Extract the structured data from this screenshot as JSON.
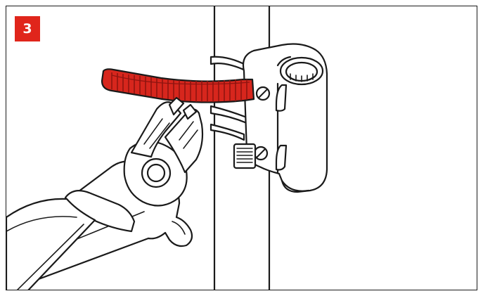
{
  "step": {
    "number": "3",
    "badge_color": "#e0251b"
  },
  "illustration": {
    "tie_color": "#d7261d",
    "tie_edge_color": "#8f1410",
    "line_color": "#1a1a1a",
    "icons": [
      "pipe",
      "cable-tie",
      "mounting-bracket",
      "side-cutter-pliers"
    ]
  }
}
